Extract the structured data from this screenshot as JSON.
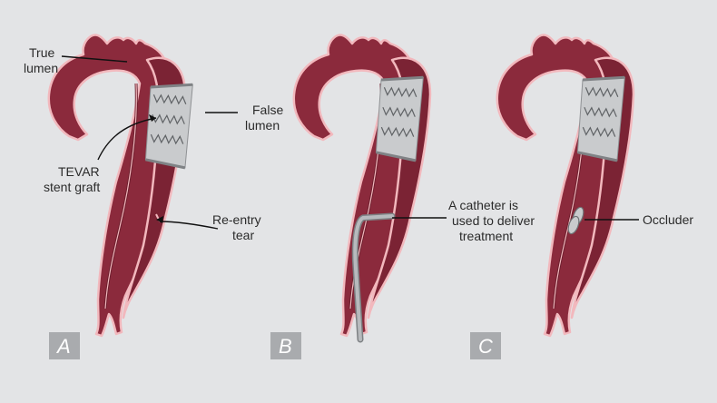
{
  "panels": [
    {
      "letter": "A",
      "labels": {
        "true_lumen": [
          "True",
          "lumen"
        ],
        "false_lumen": [
          "False",
          "lumen"
        ],
        "tevar": [
          "TEVAR",
          "stent graft"
        ],
        "reentry": [
          "Re-entry",
          "tear"
        ]
      }
    },
    {
      "letter": "B",
      "labels": {
        "catheter": [
          "A catheter is",
          "used to deliver",
          "treatment"
        ]
      }
    },
    {
      "letter": "C",
      "labels": {
        "occluder": [
          "Occluder"
        ]
      }
    }
  ],
  "colors": {
    "background": "#e3e4e6",
    "vessel": "#8b2a3c",
    "vessel_dark": "#6a1d2c",
    "vessel_outline": "#f2b8bd",
    "stent": "#c9cbcd",
    "catheter": "#9fa2a5",
    "letter_box": "#a9abae"
  }
}
